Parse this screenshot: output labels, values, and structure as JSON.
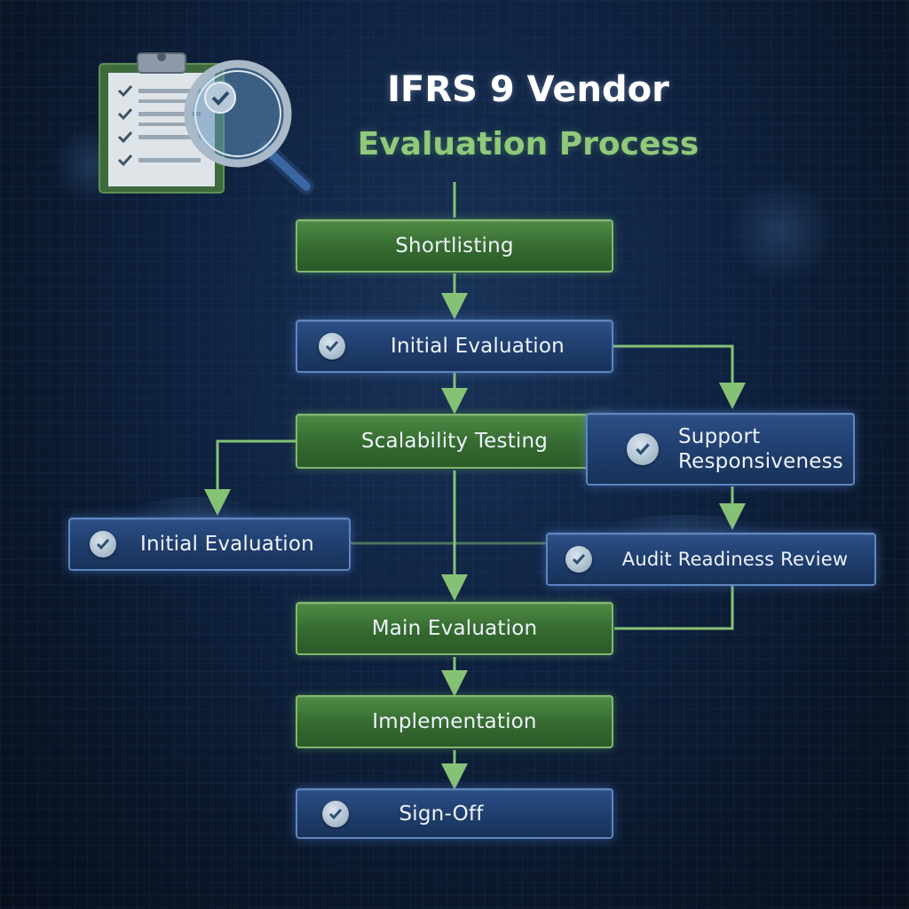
{
  "title": {
    "line1": "IFRS 9 Vendor",
    "line2": "Evaluation Process"
  },
  "icons": {
    "clipboard": "clipboard-checklist-icon",
    "magnifier": "magnifying-glass-icon",
    "check": "check-circle-icon",
    "timer": "stopwatch-icon"
  },
  "colors": {
    "green_node": "#346a30",
    "blue_node": "#1f3d6c",
    "connector": "#7fb86e",
    "title_accent": "#8fc97a"
  },
  "nodes": {
    "shortlisting": "Shortlisting",
    "initial_evaluation_main": "Initial Evaluation",
    "scalability_testing": "Scalability Testing",
    "support_responsiveness_line1": "Support",
    "support_responsiveness_line2": "Responsiveness",
    "initial_evaluation_side": "Initial Evaluation",
    "audit_readiness_review": "Audit Readiness Review",
    "main_evaluation": "Main Evaluation",
    "implementation": "Implementation",
    "sign_off": "Sign-Off"
  }
}
